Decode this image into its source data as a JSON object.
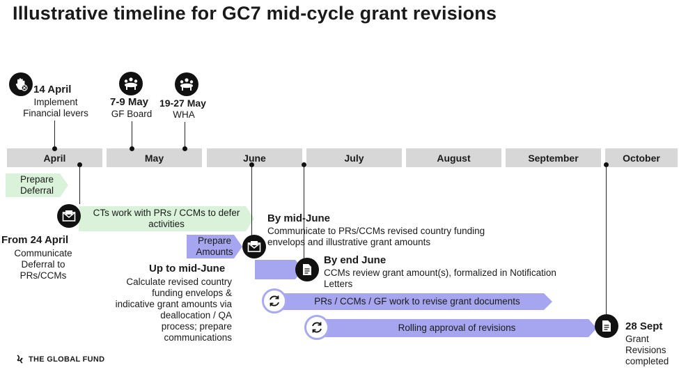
{
  "title": "Illustrative timeline for GC7 mid-cycle grant revisions",
  "months": [
    "April",
    "May",
    "June",
    "July",
    "August",
    "September",
    "October"
  ],
  "milestones_top": {
    "april14": {
      "date": "14 April",
      "line1": "Implement",
      "line2": "Financial levers"
    },
    "may7": {
      "date": "7-9 May",
      "line1": "GF Board"
    },
    "may19": {
      "date": "19-27 May",
      "line1": "WHA"
    }
  },
  "tasks": {
    "prepare_deferral": {
      "line1": "Prepare",
      "line2": "Deferral"
    },
    "cts_work": {
      "line1": "CTs work with PRs / CCMs to defer",
      "line2": "activities"
    },
    "prepare_amounts": {
      "line1": "Prepare",
      "line2": "Amounts"
    },
    "prs_ccms_gf": "PRs / CCMs / GF work to revise grant documents",
    "rolling_approval": "Rolling approval of revisions"
  },
  "milestones_bottom": {
    "april24": {
      "date": "From 24 April",
      "lines": [
        "Communicate",
        "Deferral to",
        "PRs/CCMs"
      ]
    },
    "up_to_mid_june": {
      "heading": "Up to mid-June",
      "lines": [
        "Calculate revised country",
        "funding envelops &",
        "indicative grant amounts via",
        "deallocation / QA",
        "process;  prepare",
        "communications"
      ]
    },
    "mid_june": {
      "heading": "By mid-June",
      "lines": [
        "Communicate to PRs/CCMs revised country funding",
        "envelops and illustrative grant amounts"
      ]
    },
    "end_june": {
      "heading": "By end June",
      "lines": [
        "CCMs review grant amount(s), formalized in Notification",
        "Letters"
      ]
    },
    "sept28": {
      "date": "28 Sept",
      "lines": [
        "Grant",
        "Revisions",
        "completed"
      ]
    }
  },
  "footer": {
    "logo_text": "THE GLOBAL FUND"
  },
  "icons": [
    "hand-stop-icon",
    "meeting-table-icon",
    "envelope-icon",
    "document-icon",
    "cycle-arrows-icon"
  ],
  "colors": {
    "month_bar": "#d7d7d7",
    "green_arrow": "#d9f2d9",
    "blue_arrow": "#a6a6f0",
    "icon_dark": "#111111"
  }
}
